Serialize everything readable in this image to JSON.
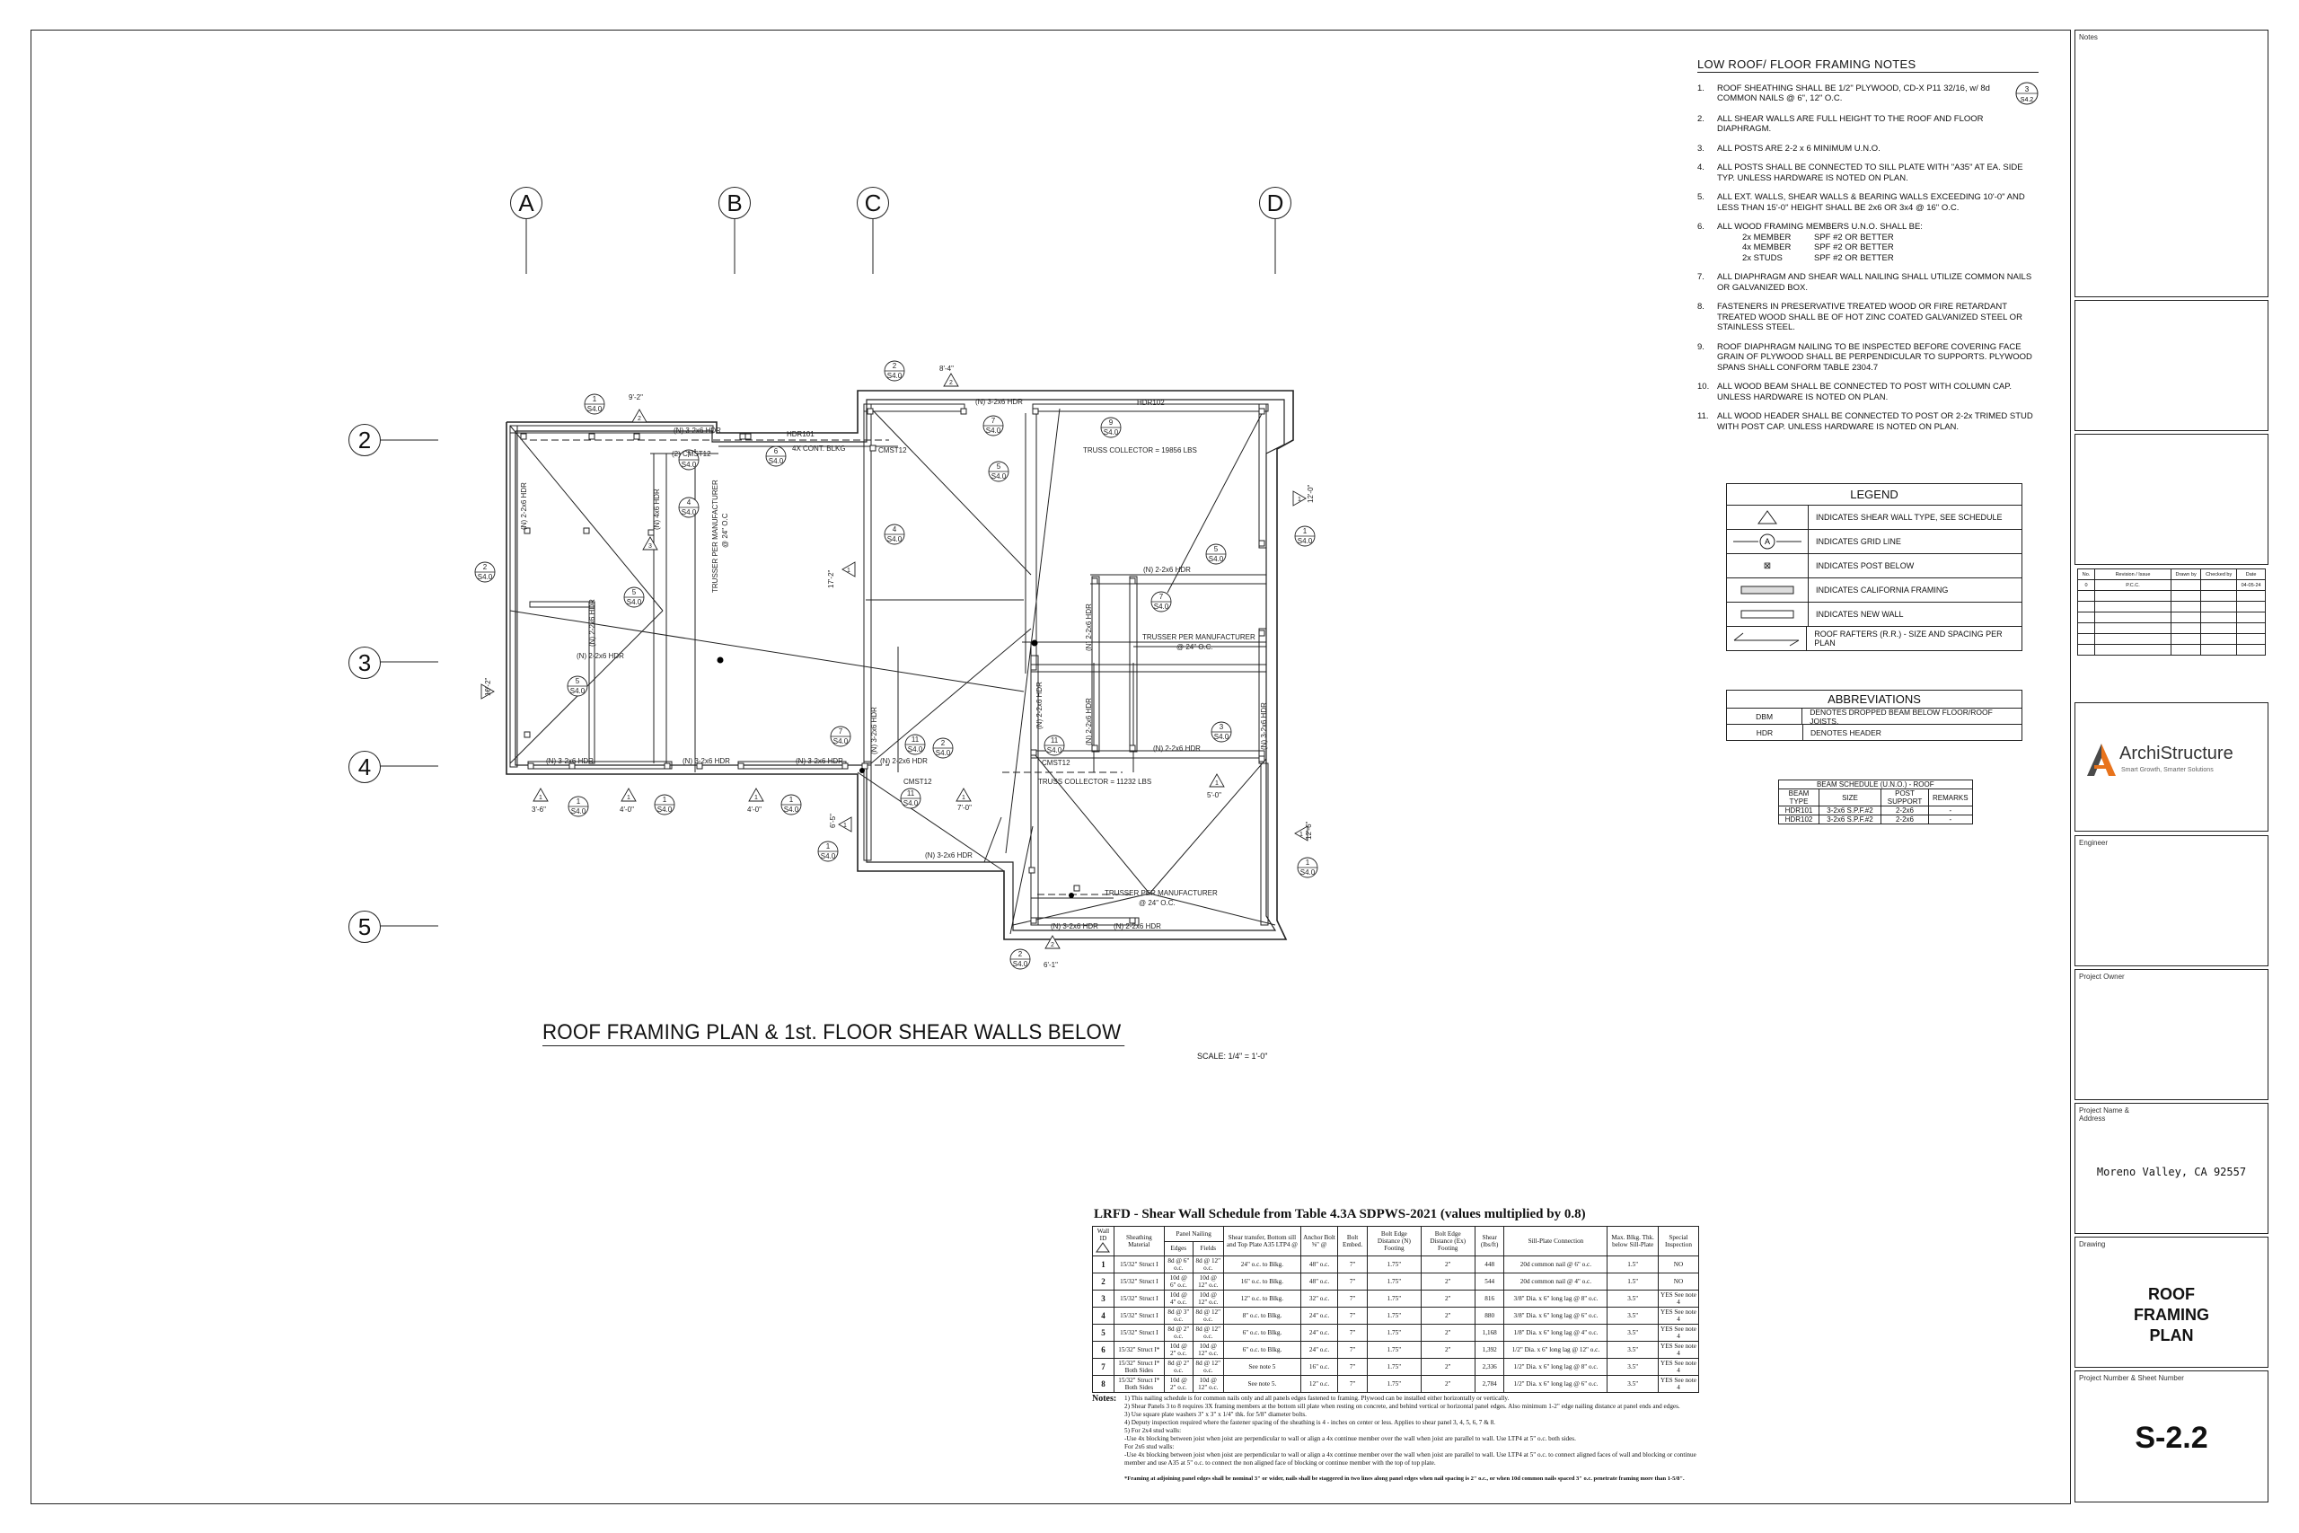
{
  "drawing": {
    "title": "ROOF FRAMING PLAN & 1st. FLOOR SHEAR WALLS BELOW",
    "scale": "SCALE: 1/4\" = 1'-0\"",
    "grid_columns": [
      "A",
      "B",
      "C",
      "D"
    ],
    "grid_rows": [
      "2",
      "3",
      "4",
      "5"
    ],
    "plan_labels": {
      "hdr_3_2x6": "(N) 3-2x6 HDR",
      "hdr_2_2x6": "(N) 2-2x6 HDR",
      "hdr_4x6": "(N) 4x6 HDR",
      "hdr101": "HDR101",
      "hdr102": "HDR102",
      "blkg": "4X CONT. BLKG",
      "cmst12": "CMST12",
      "cmst12_2": "(2) CMST12",
      "truss_collector_1": "TRUSS COLLECTOR = 19856 LBS",
      "truss_collector_2": "TRUSS COLLECTOR = 11232 LBS",
      "trusser_vert": "TRUSSER PER MANUFACTURER",
      "trusser_vert2": "@ 24\" O.C",
      "trusser_mid": "TRUSSER PER MANUFACTURER",
      "trusser_mid2": "@ 24\" O.C.",
      "trusser_bot": "TRUSSER PER MANUFACTURER",
      "trusser_bot2": "@ 24\" O.C.",
      "s40": "S4.0",
      "dim_9_2": "9'-2\"",
      "dim_8_4": "8'-4\"",
      "dim_3_6": "3'-6\"",
      "dim_4_0": "4'-0\"",
      "dim_7_0": "7'-0\"",
      "dim_5_0": "5'-0\"",
      "dim_6_1": "6'-1\"",
      "dim_17_2": "17'-2\"",
      "dim_12_0": "12'-0\"",
      "dim_10_2": "10'-2\"",
      "dim_6_5": "6'-5\"",
      "dim_12_6": "12'-6\""
    }
  },
  "notes": {
    "title": "LOW ROOF/ FLOOR FRAMING NOTES",
    "items": [
      {
        "n": "1.",
        "text": "ROOF SHEATHING SHALL BE 1/2\" PLYWOOD, CD-X P11 32/16, w/ 8d COMMON NAILS @ 6\", 12\" O.C."
      },
      {
        "n": "2.",
        "text": "ALL SHEAR WALLS ARE FULL HEIGHT TO THE ROOF AND FLOOR DIAPHRAGM."
      },
      {
        "n": "3.",
        "text": "ALL POSTS ARE 2-2 x 6 MINIMUM U.N.O."
      },
      {
        "n": "4.",
        "text": "ALL POSTS SHALL BE CONNECTED TO SILL PLATE WITH \"A35\" AT EA. SIDE TYP. UNLESS HARDWARE IS NOTED ON PLAN."
      },
      {
        "n": "5.",
        "text": "ALL EXT. WALLS, SHEAR WALLS & BEARING WALLS EXCEEDING 10'-0\" AND LESS THAN 15'-0\" HEIGHT SHALL BE 2x6 OR 3x4 @ 16\" O.C."
      },
      {
        "n": "6.",
        "text": "ALL WOOD FRAMING MEMBERS U.N.O. SHALL BE:"
      },
      {
        "n": "7.",
        "text": "ALL DIAPHRAGM AND SHEAR WALL NAILING SHALL UTILIZE COMMON NAILS OR GALVANIZED BOX."
      },
      {
        "n": "8.",
        "text": "FASTENERS IN PRESERVATIVE TREATED WOOD OR FIRE RETARDANT TREATED WOOD SHALL BE OF HOT ZINC COATED GALVANIZED STEEL OR STAINLESS STEEL."
      },
      {
        "n": "9.",
        "text": "ROOF DIAPHRAGM NAILING TO BE INSPECTED BEFORE COVERING FACE GRAIN OF PLYWOOD SHALL BE PERPENDICULAR TO SUPPORTS. PLYWOOD SPANS SHALL CONFORM TABLE 2304.7"
      },
      {
        "n": "10.",
        "text": "ALL WOOD BEAM SHALL BE CONNECTED TO POST WITH COLUMN CAP. UNLESS HARDWARE IS NOTED ON PLAN."
      },
      {
        "n": "11.",
        "text": "ALL WOOD HEADER SHALL BE CONNECTED TO POST OR 2-2x TRIMED STUD WITH POST CAP. UNLESS HARDWARE IS NOTED ON PLAN."
      }
    ],
    "members": [
      {
        "member": "2x MEMBER",
        "grade": "SPF #2 OR BETTER"
      },
      {
        "member": "4x MEMBER",
        "grade": "SPF #2 OR BETTER"
      },
      {
        "member": "2x STUDS",
        "grade": "SPF #2 OR BETTER"
      }
    ],
    "callout_num": "3",
    "callout_ref": "S4.2"
  },
  "legend": {
    "title": "LEGEND",
    "rows": [
      {
        "symbol": "triangle",
        "text": "INDICATES SHEAR WALL TYPE, SEE SCHEDULE"
      },
      {
        "symbol": "A",
        "text": "INDICATES GRID LINE"
      },
      {
        "symbol": "⊠",
        "text": "INDICATES POST BELOW"
      },
      {
        "symbol": "hatch",
        "text": "INDICATES CALIFORNIA FRAMING"
      },
      {
        "symbol": "wall",
        "text": "INDICATES NEW WALL"
      },
      {
        "symbol": "rafter",
        "text": "ROOF RAFTERS (R.R.) - SIZE AND SPACING PER PLAN"
      }
    ]
  },
  "abbreviations": {
    "title": "ABBREVIATIONS",
    "rows": [
      {
        "abbr": "DBM",
        "text": "DENOTES DROPPED BEAM BELOW FLOOR/ROOF JOISTS."
      },
      {
        "abbr": "HDR",
        "text": "DENOTES HEADER"
      }
    ]
  },
  "beam_schedule": {
    "title": "BEAM SCHEDULE (U.N.O.) - ROOF",
    "headers": [
      "BEAM TYPE",
      "SIZE",
      "POST SUPPORT",
      "REMARKS"
    ],
    "rows": [
      [
        "HDR101",
        "3-2x6 S.P.F.#2",
        "2-2x6",
        "-"
      ],
      [
        "HDR102",
        "3-2x6 S.P.F.#2",
        "2-2x6",
        "-"
      ]
    ]
  },
  "shear_wall": {
    "title": "LRFD  -  Shear Wall Schedule from Table 4.3A SDPWS-2021 (values multiplied by 0.8)",
    "headers": {
      "wall_id": "Wall ID",
      "material": "Sheathing Material",
      "panel_nailing": "Panel Nailing",
      "edges": "Edges",
      "fields": "Fields",
      "transfer": "Shear transfer, Bottom sill and Top Plate A35 LTP4 @",
      "anchor": "Anchor Bolt ⅝\" @",
      "embed": "Bolt Embed.",
      "edge_n": "Bolt Edge Distance (N) Footing",
      "edge_e": "Bolt Edge Distance (Ex) Footing",
      "shear": "Shear (lbs/ft)",
      "sill": "Sill-Plate Connection",
      "max_blkg": "Max. Blkg. Thk. below Sill-Plate",
      "special": "Special Inspection"
    },
    "rows": [
      [
        "1",
        "15/32\" Struct I",
        "8d @ 6\" o.c.",
        "8d @ 12\" o.c.",
        "24\" o.c. to Blkg.",
        "48\" o.c.",
        "7\"",
        "1.75\"",
        "2\"",
        "448",
        "20d common nail @ 6\" o.c.",
        "1.5\"",
        "NO"
      ],
      [
        "2",
        "15/32\" Struct I",
        "10d @ 6\" o.c.",
        "10d @ 12\" o.c.",
        "16\" o.c. to Blkg.",
        "48\" o.c.",
        "7\"",
        "1.75\"",
        "2\"",
        "544",
        "20d common nail @ 4\" o.c.",
        "1.5\"",
        "NO"
      ],
      [
        "3",
        "15/32\" Struct I",
        "10d @ 4\" o.c.",
        "10d @ 12\" o.c.",
        "12\" o.c. to Blkg.",
        "32\" o.c.",
        "7\"",
        "1.75\"",
        "2\"",
        "816",
        "3/8\" Dia. x 6\" long lag @ 8\" o.c.",
        "3.5\"",
        "YES See note 4"
      ],
      [
        "4",
        "15/32\" Struct I",
        "8d @ 3\" o.c.",
        "8d @ 12\" o.c.",
        "8\" o.c. to Blkg.",
        "24\" o.c.",
        "7\"",
        "1.75\"",
        "2\"",
        "880",
        "3/8\" Dia. x 6\" long lag @ 6\" o.c.",
        "3.5\"",
        "YES See note 4"
      ],
      [
        "5",
        "15/32\" Struct I",
        "8d @ 2\" o.c.",
        "8d @ 12\" o.c.",
        "6\" o.c. to Blkg.",
        "24\" o.c.",
        "7\"",
        "1.75\"",
        "2\"",
        "1,168",
        "1/8\" Dia. x 6\" long lag @ 4\" o.c.",
        "3.5\"",
        "YES See note 4"
      ],
      [
        "6",
        "15/32\" Struct I*",
        "10d @ 2\" o.c.",
        "10d @ 12\" o.c.",
        "6\" o.c. to Blkg.",
        "24\" o.c.",
        "7\"",
        "1.75\"",
        "2\"",
        "1,392",
        "1/2\" Dia. x 6\" long lag @ 12\" o.c.",
        "3.5\"",
        "YES See note 4"
      ],
      [
        "7",
        "15/32\" Struct I* Both Sides",
        "8d @ 2\" o.c.",
        "8d @ 12\" o.c.",
        "See note 5",
        "16\" o.c.",
        "7\"",
        "1.75\"",
        "2\"",
        "2,336",
        "1/2\" Dia. x 6\" long lag @ 8\" o.c.",
        "3.5\"",
        "YES See note 4"
      ],
      [
        "8",
        "15/32\" Struct I* Both Sides",
        "10d @ 2\" o.c.",
        "10d @ 12\" o.c.",
        "See note 5.",
        "12\" o.c.",
        "7\"",
        "1.75\"",
        "2\"",
        "2,784",
        "1/2\" Dia. x 6\" long lag @ 6\" o.c.",
        "3.5\"",
        "YES See note 4"
      ]
    ],
    "notes_label": "Notes:",
    "notes": [
      "1)  This nailing schedule is for common nails only and all panels edges fastened to framing. Plywood can be installed either horizontally or vertically.",
      "2)  Shear Panels 3 to 8  requires 3X framing members at the bottom sill plate when resting on concrete, and behind vertical or horizontal panel edges. Also minimum 1-2\" edge nailing distance at panel ends and edges.",
      "3)  Use square plate washers 3\" x 3\" x 1/4\" thk. for 5/8\" diameter bolts.",
      "4)  Deputy inspection required where the fastener spacing of the sheathing is 4 - inches on center or less. Applies to shear panel 3, 4, 5, 6, 7 & 8.",
      "5)  For  2x4 stud walls:",
      "     -Use 4x blocking between joist when joist are perpendicular to wall or align a 4x continue member over the wall when joist are parallel to wall. Use LTP4 at 5\" o.c. both sides.",
      "     For 2x6 stud walls:",
      "     -Use 4x blocking between joist when joist are perpendicular to wall or align a 4x continue member over the wall when joist are parallel to wall. Use LTP4 at 5\" o.c. to connect aligned faces of wall and blocking or continue member and use A35 at 5\" o.c. to connect the non aligned face of blocking or continue member with the top of top plate."
    ],
    "footer": "*Framing at adjoining panel edges shall be nominal 3\" or wider, nails shall be staggered in two lines along panel    edges when nail spacing is 2\" o.c., or when 10d common nails spaced 3\" o.c. penetrate framing more than 1-5/8\"."
  },
  "title_block": {
    "notes_label": "Notes",
    "revision_headers": [
      "No.",
      "Revision / Issue",
      "Drawn by",
      "Checked by",
      "Date"
    ],
    "revision_row": [
      "0",
      "P.C.C.",
      "",
      "",
      "04-05-24"
    ],
    "company": "ArchiStructure",
    "tagline": "Smart Growth, Smarter Solutions",
    "engineer_label": "Engineer",
    "owner_label": "Project Owner",
    "address_label": "Project Name & Address",
    "address": "Moreno Valley, CA 92557",
    "drawing_label": "Drawing",
    "drawing_title": "ROOF FRAMING PLAN",
    "sheet_label": "Project Number & Sheet Number",
    "sheet_number": "S-2.2"
  },
  "colors": {
    "line": "#222222",
    "logo_orange": "#e8731c",
    "logo_dark": "#4a4a4a"
  }
}
